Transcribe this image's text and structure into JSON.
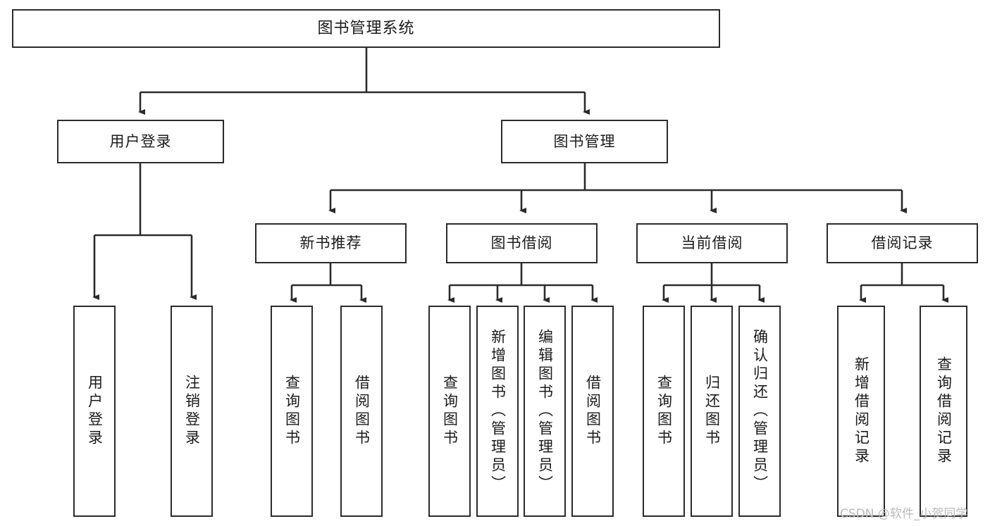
{
  "diagram": {
    "title": "图书管理系统",
    "type": "tree-hierarchy",
    "watermark": "CSDN @软件_小贺同学",
    "colors": {
      "box_border": "#2b2b2b",
      "box_fill": "#ffffff",
      "connector": "#2b2b2b",
      "text": "#1b1b1b",
      "watermark": "#b9b9b9"
    },
    "nodes": {
      "root": {
        "label": "图书管理系统"
      },
      "level2": [
        {
          "label": "用户登录"
        },
        {
          "label": "图书管理"
        }
      ],
      "level3": [
        {
          "label": "新书推荐"
        },
        {
          "label": "图书借阅"
        },
        {
          "label": "当前借阅"
        },
        {
          "label": "借阅记录"
        }
      ],
      "leaves": {
        "user_login": [
          {
            "label": "用户登录"
          },
          {
            "label": "注销登录"
          }
        ],
        "new_book_recommend": [
          {
            "label": "查询图书"
          },
          {
            "label": "借阅图书"
          }
        ],
        "book_borrow": [
          {
            "label": "查询图书"
          },
          {
            "label": "新增图书（管理员）"
          },
          {
            "label": "编辑图书（管理员）"
          },
          {
            "label": "借阅图书"
          }
        ],
        "current_borrow": [
          {
            "label": "查询图书"
          },
          {
            "label": "归还图书"
          },
          {
            "label": "确认归还（管理员）"
          }
        ],
        "borrow_record": [
          {
            "label": "新增借阅记录"
          },
          {
            "label": "查询借阅记录"
          }
        ]
      }
    }
  }
}
